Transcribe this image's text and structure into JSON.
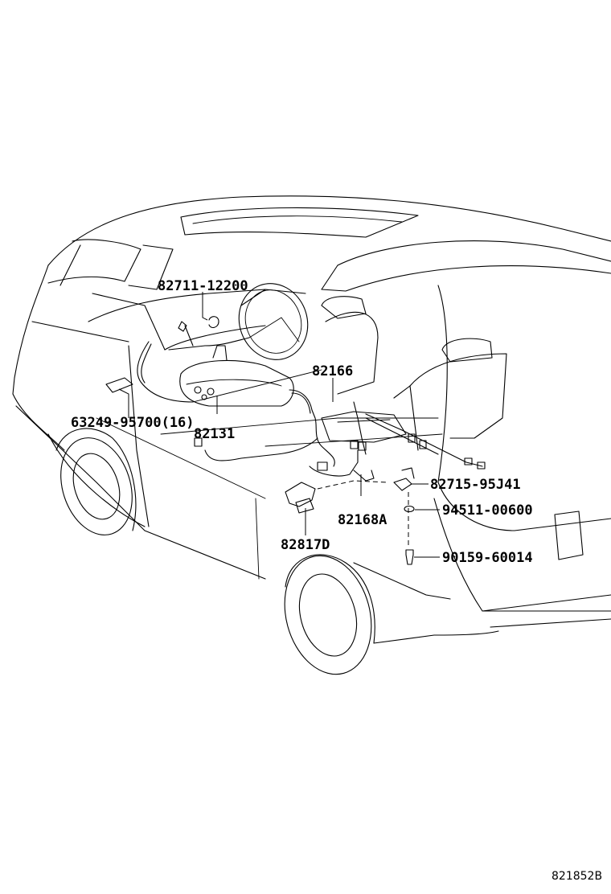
{
  "diagram": {
    "callouts": [
      {
        "id": "c1",
        "text": "82711-12200"
      },
      {
        "id": "c2",
        "text": "82166"
      },
      {
        "id": "c3",
        "text": "63249-95700(16)"
      },
      {
        "id": "c4",
        "text": "82131"
      },
      {
        "id": "c5",
        "text": "82715-95J41"
      },
      {
        "id": "c6",
        "text": "94511-00600"
      },
      {
        "id": "c7",
        "text": "82168A"
      },
      {
        "id": "c8",
        "text": "82817D"
      },
      {
        "id": "c9",
        "text": "90159-60014"
      }
    ],
    "reference_code": "821852B"
  }
}
